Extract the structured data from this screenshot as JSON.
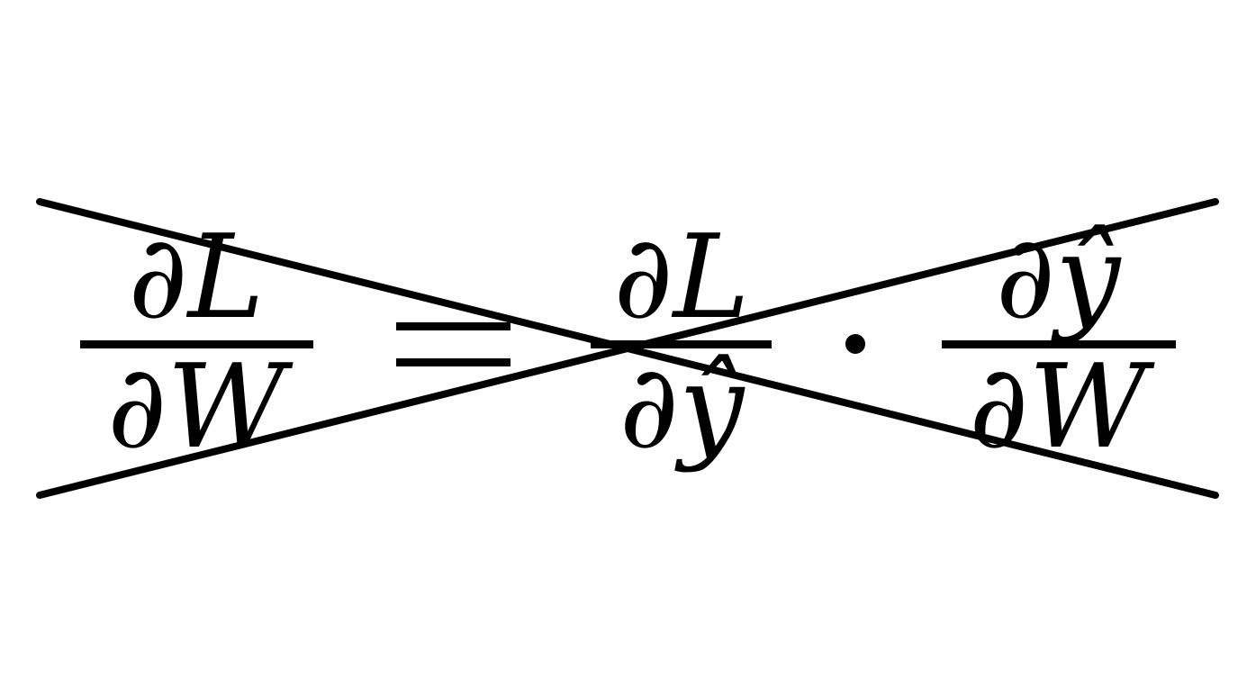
{
  "equation": {
    "lhs": {
      "numerator": "∂L",
      "denominator": "∂W"
    },
    "equals": "=",
    "rhs_first": {
      "numerator": "∂L",
      "denominator": "∂ŷ"
    },
    "dot": "·",
    "rhs_second": {
      "numerator": "∂ŷ",
      "denominator": "∂W"
    }
  },
  "colors": {
    "ink": "#000000",
    "background": "#ffffff"
  },
  "overlay": {
    "type": "cross-out",
    "description_icon": "x-cross-lines"
  }
}
